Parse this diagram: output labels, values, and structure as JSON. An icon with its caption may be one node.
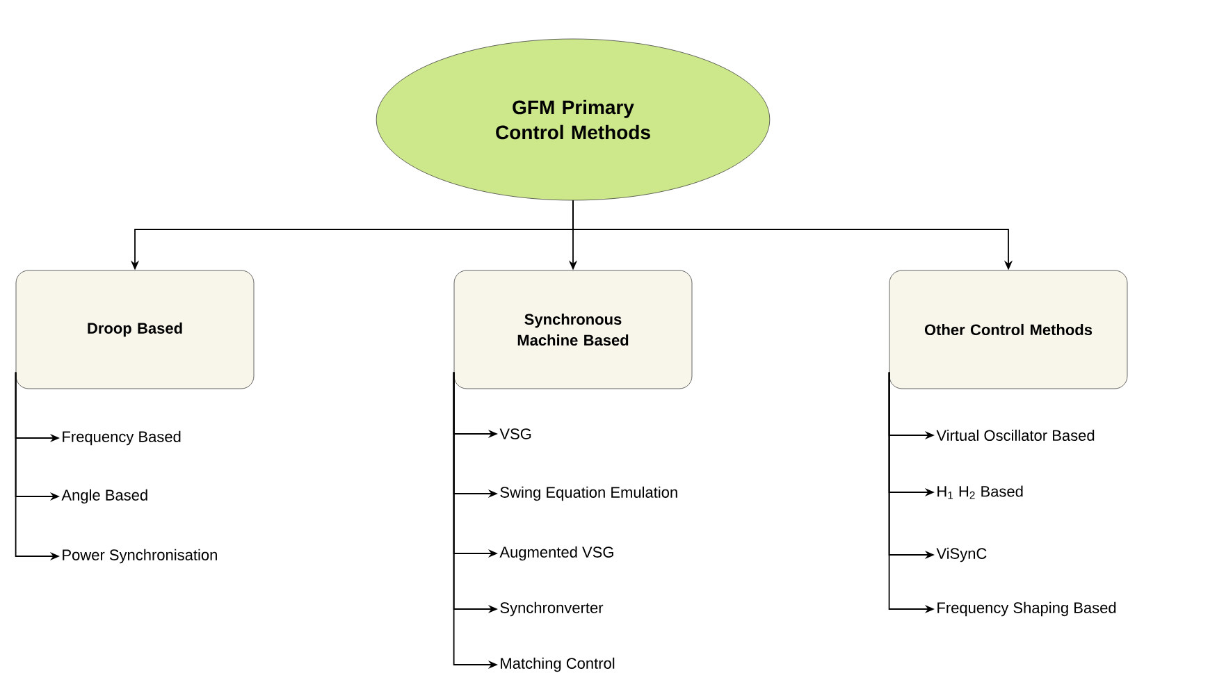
{
  "diagram": {
    "nodes": [
      {
        "text": [
          "GFM Primary Control Methods"
        ]
      },
      {
        "text": [
          "Droop Based"
        ]
      },
      {
        "text": [
          "Synchronous Machine Based"
        ]
      },
      {
        "text": [
          "Other Control Methods"
        ]
      },
      {
        "text": [
          "Frequency Based"
        ]
      },
      {
        "text": [
          "Angle Based"
        ]
      },
      {
        "text": [
          "Power Synchronisation"
        ]
      },
      {
        "text": [
          "VSG"
        ]
      },
      {
        "text": [
          "Swing Equation Emulation"
        ]
      },
      {
        "text": [
          "Augmented VSG"
        ]
      },
      {
        "text": [
          "Synchronverter"
        ]
      },
      {
        "text": [
          "Matching Control"
        ]
      },
      {
        "text": [
          "Virtual Oscillator Based"
        ]
      },
      {
        "text": [
          "H$_{1}$ H$_{2}$ Based"
        ]
      },
      {
        "text": [
          "ViSynC"
        ]
      },
      {
        "text": [
          "Frequency Shaping Based"
        ]
      }
    ],
    "edges": [
      {
        "from": 0,
        "to": 1,
        "arrow": "to"
      },
      {
        "from": 0,
        "to": 2,
        "arrow": "to"
      },
      {
        "from": 0,
        "to": 3,
        "arrow": "to"
      },
      {
        "from": 1,
        "to": 4,
        "arrow": "to"
      },
      {
        "from": 1,
        "to": 5,
        "arrow": "to"
      },
      {
        "from": 1,
        "to": 6,
        "arrow": "to"
      },
      {
        "from": 2,
        "to": 7,
        "arrow": "to"
      },
      {
        "from": 2,
        "to": 8,
        "arrow": "to"
      },
      {
        "from": 2,
        "to": 9,
        "arrow": "to"
      },
      {
        "from": 2,
        "to": 10,
        "arrow": "to"
      },
      {
        "from": 2,
        "to": 11,
        "arrow": "to"
      },
      {
        "from": 3,
        "to": 12,
        "arrow": "to"
      },
      {
        "from": 3,
        "to": 13,
        "arrow": "to"
      },
      {
        "from": 3,
        "to": 14,
        "arrow": "to"
      },
      {
        "from": 3,
        "to": 15,
        "arrow": "to"
      }
    ]
  }
}
